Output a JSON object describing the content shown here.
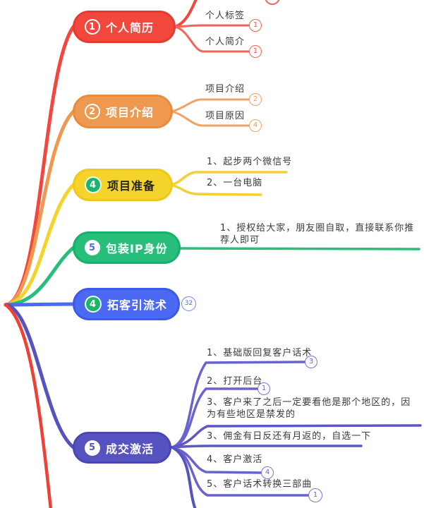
{
  "mindmap": {
    "topics": [
      {
        "num": "1",
        "label": "个人简历",
        "color": "#f2473d",
        "children": [
          {
            "label": "个人标签",
            "count": "1"
          },
          {
            "label": "个人简介",
            "count": "1"
          }
        ]
      },
      {
        "num": "2",
        "label": "项目介绍",
        "color": "#ef9950",
        "children": [
          {
            "label": "项目介绍",
            "count": "2"
          },
          {
            "label": "项目原因",
            "count": "4"
          }
        ]
      },
      {
        "num": "4",
        "label": "项目准备",
        "color": "#f4d32b",
        "children": [
          {
            "label": "1、起步两个微信号"
          },
          {
            "label": "2、一台电脑"
          }
        ]
      },
      {
        "num": "5",
        "label": "包装IP身份",
        "color": "#27bd7a",
        "children": [
          {
            "label": "1、授权给大家，朋友圈自取，直接联系你推荐人即可"
          }
        ]
      },
      {
        "num": "4",
        "label": "拓客引流术",
        "color": "#4b69f2",
        "collapsed_count": "32",
        "children": []
      },
      {
        "num": "5",
        "label": "成交激活",
        "color": "#5652c0",
        "children": [
          {
            "label": "1、基础版回复客户话术",
            "count": "3"
          },
          {
            "label": "2、打开后台",
            "count": "1"
          },
          {
            "label": "3、客户来了之后一定要看他是那个地区的，因为有些地区是禁发的"
          },
          {
            "label": "3、佣金有日反还有月返的，自选一下"
          },
          {
            "label": "4、客户激活",
            "count": "4"
          },
          {
            "label": "5、客户话术转换三部曲",
            "count": "1"
          }
        ]
      }
    ]
  }
}
